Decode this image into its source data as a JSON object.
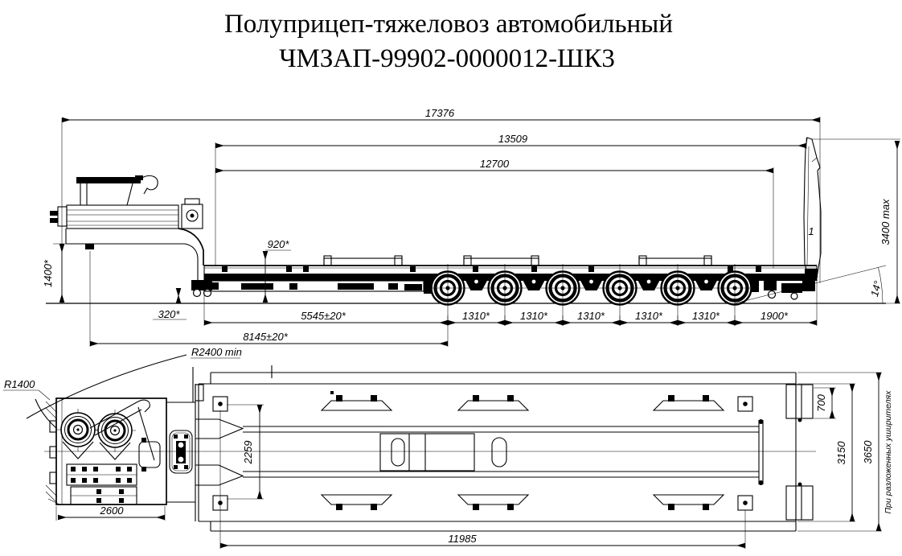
{
  "title": {
    "line1": "Полуприцеп-тяжеловоз автомобильный",
    "line2": "ЧМЗАП-99902-0000012-ШК3"
  },
  "colors": {
    "line": "#000000",
    "background": "#ffffff"
  },
  "side_view": {
    "dimensions": {
      "overall_length": "17376",
      "length_over_ramp": "13509",
      "platform_length": "12700",
      "deck_height": "920*",
      "ground_clearance": "320*",
      "fifth_wheel_height": "1400*",
      "front_axle_base": "5545±20*",
      "kingpin_axle_base": "8145±20*",
      "axle_spacing": [
        "1310*",
        "1310*",
        "1310*",
        "1310*",
        "1310*"
      ],
      "rear_overhang": "1900*",
      "max_height": "3400 max",
      "ramp_angle": "14°",
      "ramp_item": "1"
    }
  },
  "top_view": {
    "dimensions": {
      "corner_radius": "R1400",
      "swing_radius": "R2400 min",
      "gooseneck_length": "2600",
      "beam_span": "2259",
      "anchor_span": "11985",
      "widener_width": "700",
      "platform_width": "3150",
      "overall_width": "3650",
      "widener_note": "При разложенных уширителях"
    }
  }
}
